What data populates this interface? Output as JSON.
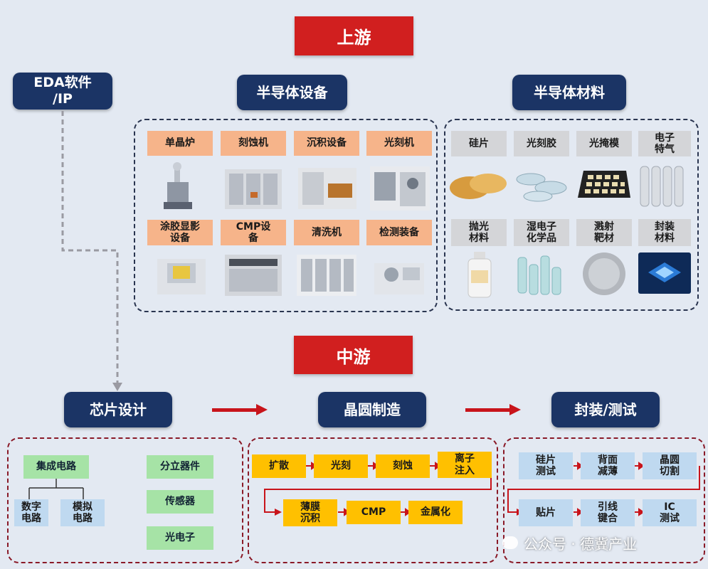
{
  "upstream": {
    "title": "上游",
    "eda": "EDA软件\n/IP",
    "equipment": {
      "title": "半导体设备",
      "items": [
        "单晶炉",
        "刻蚀机",
        "沉积设备",
        "光刻机",
        "涂胶显影\n设备",
        "CMP设\n备",
        "清洗机",
        "检测装备"
      ]
    },
    "materials": {
      "title": "半导体材料",
      "items": [
        "硅片",
        "光刻胶",
        "光掩模",
        "电子\n特气",
        "抛光\n材料",
        "湿电子\n化学品",
        "溅射\n靶材",
        "封装\n材料"
      ]
    }
  },
  "midstream": {
    "title": "中游",
    "design": {
      "title": "芯片设计",
      "ic": "集成电路",
      "digital": "数字\n电路",
      "analog": "模拟\n电路",
      "discrete": "分立器件",
      "sensor": "传感器",
      "opto": "光电子"
    },
    "fab": {
      "title": "晶圆制造",
      "row1": [
        "扩散",
        "光刻",
        "刻蚀",
        "离子\n注入"
      ],
      "row2": [
        "薄膜\n沉积",
        "CMP",
        "金属化"
      ]
    },
    "packaging": {
      "title": "封装/测试",
      "row1": [
        "硅片\n测试",
        "背面\n减薄",
        "晶圆\n切割"
      ],
      "row2": [
        "贴片",
        "引线\n键合",
        "IC\n测试"
      ]
    }
  },
  "watermark": "公众号 · 德冀产业"
}
